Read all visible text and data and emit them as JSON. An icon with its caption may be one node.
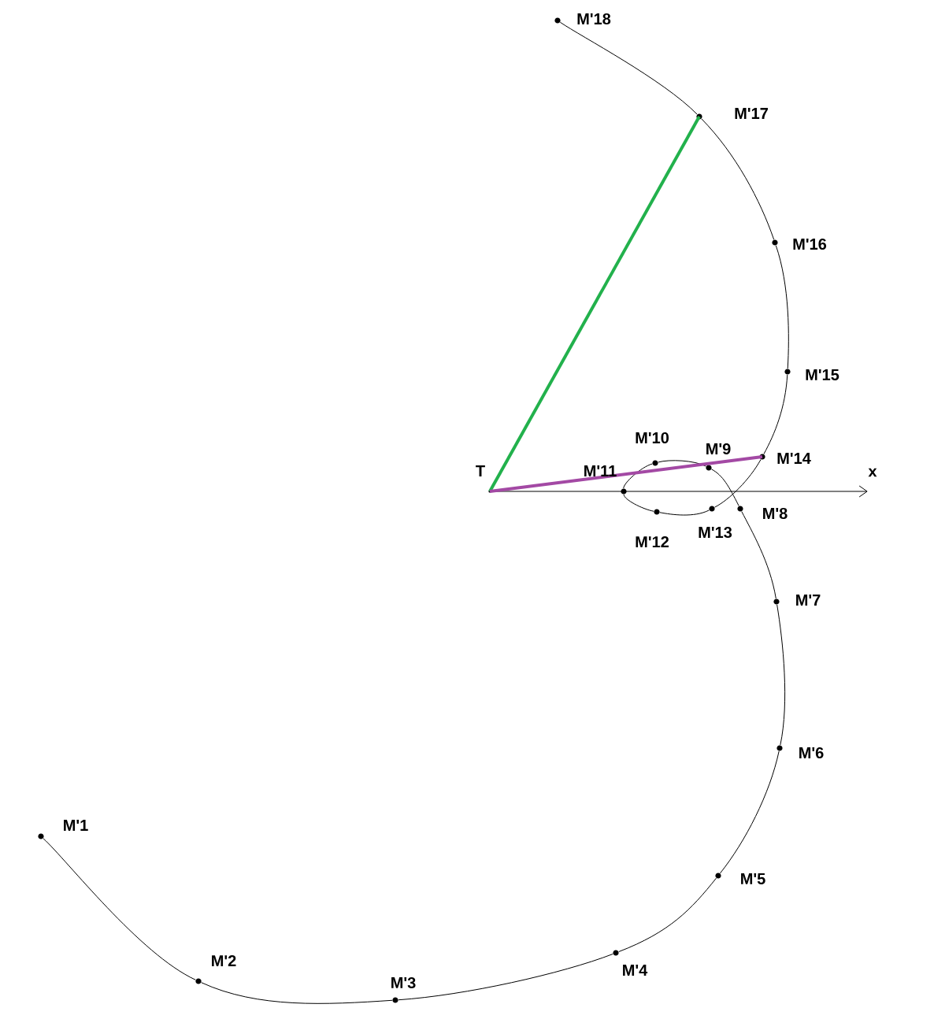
{
  "diagram": {
    "nodes": [
      {
        "text": [],
        "shape": "circle",
        "beside": [
          "T"
        ]
      },
      {
        "text": [],
        "shape": "circle",
        "beside": [
          "M'1"
        ]
      },
      {
        "text": [],
        "shape": "circle",
        "beside": [
          "M'2"
        ]
      },
      {
        "text": [],
        "shape": "circle",
        "beside": [
          "M'3"
        ]
      },
      {
        "text": [],
        "shape": "circle",
        "beside": [
          "M'4"
        ]
      },
      {
        "text": [],
        "shape": "circle",
        "beside": [
          "M'5"
        ]
      },
      {
        "text": [],
        "shape": "circle",
        "beside": [
          "M'6"
        ]
      },
      {
        "text": [],
        "shape": "circle",
        "beside": [
          "M'7"
        ]
      },
      {
        "text": [],
        "shape": "circle",
        "beside": [
          "M'8"
        ]
      },
      {
        "text": [],
        "shape": "circle",
        "beside": [
          "M'9"
        ]
      },
      {
        "text": [],
        "shape": "circle",
        "beside": [
          "M'10"
        ]
      },
      {
        "text": [],
        "shape": "circle",
        "beside": [
          "M'11"
        ]
      },
      {
        "text": [],
        "shape": "circle",
        "beside": [
          "M'12"
        ]
      },
      {
        "text": [],
        "shape": "circle",
        "beside": [
          "M'13"
        ]
      },
      {
        "text": [],
        "shape": "circle",
        "beside": [
          "M'14"
        ]
      },
      {
        "text": [],
        "shape": "circle",
        "beside": [
          "M'15"
        ]
      },
      {
        "text": [],
        "shape": "circle",
        "beside": [
          "M'16"
        ]
      },
      {
        "text": [],
        "shape": "circle",
        "beside": [
          "M'17"
        ]
      },
      {
        "text": [],
        "shape": "circle",
        "beside": [
          "M'18"
        ]
      }
    ],
    "edges": [
      {
        "from": 1,
        "to": 2,
        "arrow": "none"
      },
      {
        "from": 2,
        "to": 3,
        "arrow": "none"
      },
      {
        "from": 3,
        "to": 4,
        "arrow": "none"
      },
      {
        "from": 4,
        "to": 5,
        "arrow": "none"
      },
      {
        "from": 5,
        "to": 6,
        "arrow": "none"
      },
      {
        "from": 6,
        "to": 7,
        "arrow": "none"
      },
      {
        "from": 7,
        "to": 8,
        "arrow": "none"
      },
      {
        "from": 8,
        "to": 9,
        "arrow": "none"
      },
      {
        "from": 9,
        "to": 10,
        "arrow": "none"
      },
      {
        "from": 10,
        "to": 11,
        "arrow": "none"
      },
      {
        "from": 11,
        "to": 12,
        "arrow": "none"
      },
      {
        "from": 12,
        "to": 13,
        "arrow": "none"
      },
      {
        "from": 13,
        "to": 14,
        "arrow": "none"
      },
      {
        "from": 14,
        "to": 15,
        "arrow": "none"
      },
      {
        "from": 15,
        "to": 16,
        "arrow": "none"
      },
      {
        "from": 16,
        "to": 17,
        "arrow": "none"
      },
      {
        "from": 17,
        "to": 18,
        "arrow": "none"
      },
      {
        "from": 0,
        "to": 17,
        "arrow": "none",
        "style": "thick",
        "color": "#22b14c"
      },
      {
        "from": 0,
        "to": 14,
        "arrow": "none",
        "style": "thick",
        "color": "#a349a4"
      }
    ],
    "labels": [
      "x"
    ]
  }
}
